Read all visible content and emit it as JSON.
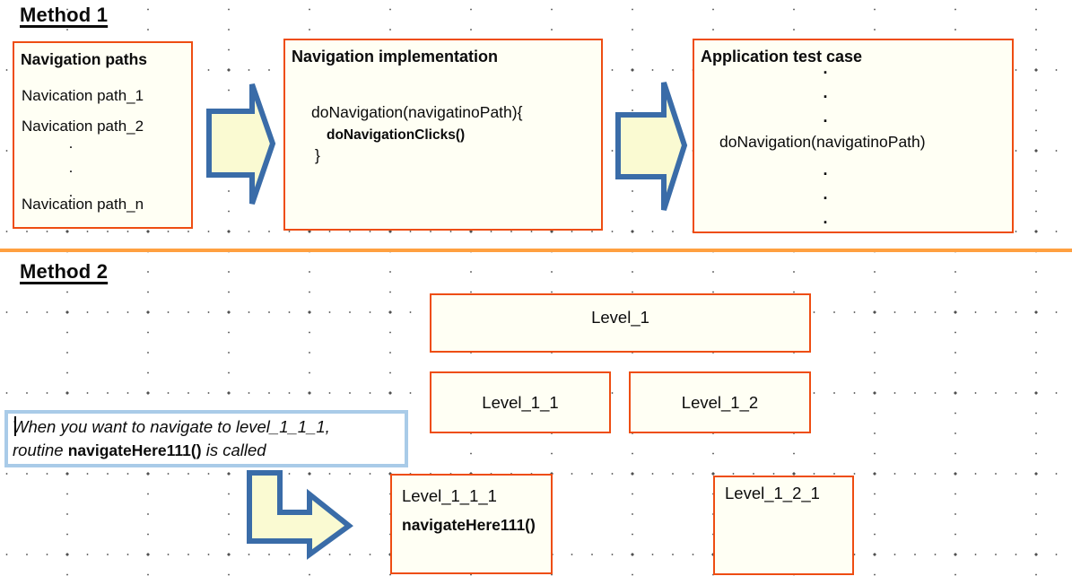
{
  "dot": ".",
  "colors": {
    "box_border": "#ee4d12",
    "box_fill": "#fffff4",
    "divider_orange": "#ffa040",
    "arrow_fill": "#fafad2",
    "arrow_stroke": "#3a6ca8",
    "callout_border": "#a9cbe8"
  },
  "method1": {
    "title": "Method 1",
    "nav_paths": {
      "title": "Navigation paths",
      "item1": "Navication path_1",
      "item2": "Navication path_2",
      "item_n": "Navication path_n"
    },
    "nav_impl": {
      "title": "Navigation implementation",
      "code_open": "doNavigation(navigatinoPath){",
      "code_call": "doNavigationClicks()",
      "code_close": "}"
    },
    "app_test": {
      "title": "Application test case",
      "code_call": "doNavigation(navigatinoPath)"
    }
  },
  "method2": {
    "title": "Method 2",
    "level_1": "Level_1",
    "level_1_1": "Level_1_1",
    "level_1_2": "Level_1_2",
    "level_1_1_1": "Level_1_1_1",
    "level_1_1_1_routine": "navigateHere111()",
    "level_1_2_1": "Level_1_2_1",
    "callout": {
      "line1": "When you want to navigate to level_1_1_1,",
      "line2_pre": "routine ",
      "line2_bold": "navigateHere111()",
      "line2_post": " is called"
    }
  }
}
